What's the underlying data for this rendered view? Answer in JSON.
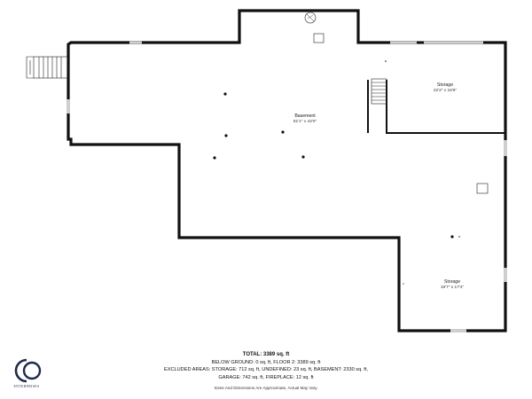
{
  "rooms": {
    "basement": {
      "name": "Basement",
      "dims": "81'1\" x 42'0\""
    },
    "storage_top": {
      "name": "Storage",
      "dims": "22'2\" x 16'6\""
    },
    "storage_bottom": {
      "name": "Storage",
      "dims": "19'7\" x 17'4\""
    }
  },
  "summary": {
    "total": "TOTAL: 3389 sq. ft",
    "line1": "BELOW GROUND: 0 sq. ft, FLOOR 2: 3389 sq. ft",
    "line2": "EXCLUDED AREAS: STORAGE: 712 sq. ft, UNDEFINED: 23 sq. ft, BASEMENT: 2330 sq. ft,",
    "line3": "GARAGE: 742 sq. ft, FIREPLACE: 12 sq. ft",
    "disclaimer": "Sizes And Dimensions Are Approximate, Actual May Vary."
  },
  "logo": {
    "text": "ENTERPRISES"
  },
  "colors": {
    "wall": "#111111",
    "logo": "#1e2a4a"
  }
}
